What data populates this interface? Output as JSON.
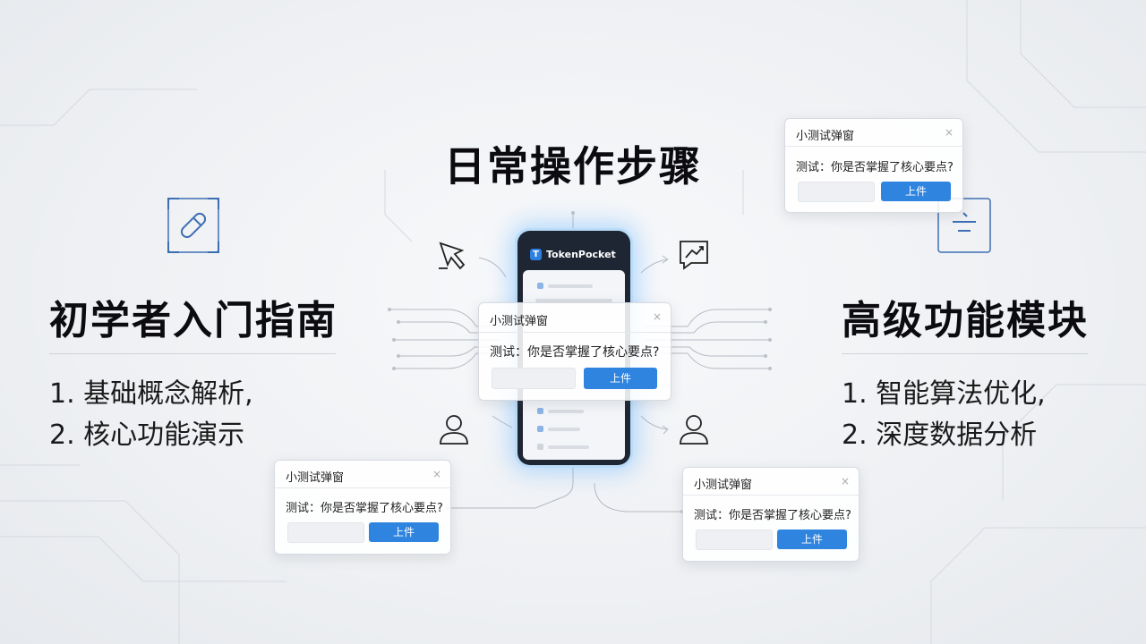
{
  "center": {
    "title": "日常操作步骤"
  },
  "left": {
    "title": "初学者入门指南",
    "items": [
      "1. 基础概念解析,",
      "2. 核心功能演示"
    ]
  },
  "right": {
    "title": "高级功能模块",
    "items": [
      "1. 智能算法优化,",
      "2. 深度数据分析"
    ]
  },
  "phone": {
    "brand": "TokenPocket",
    "brand_mark": "T"
  },
  "dialog": {
    "title": "小测试弹窗",
    "question": "测试：你是否掌握了核心要点?",
    "button": "上件",
    "close": "×"
  },
  "colors": {
    "accent": "#2f84df",
    "title_text": "#0c0c10",
    "phone_glow": "#b9ddf8"
  }
}
